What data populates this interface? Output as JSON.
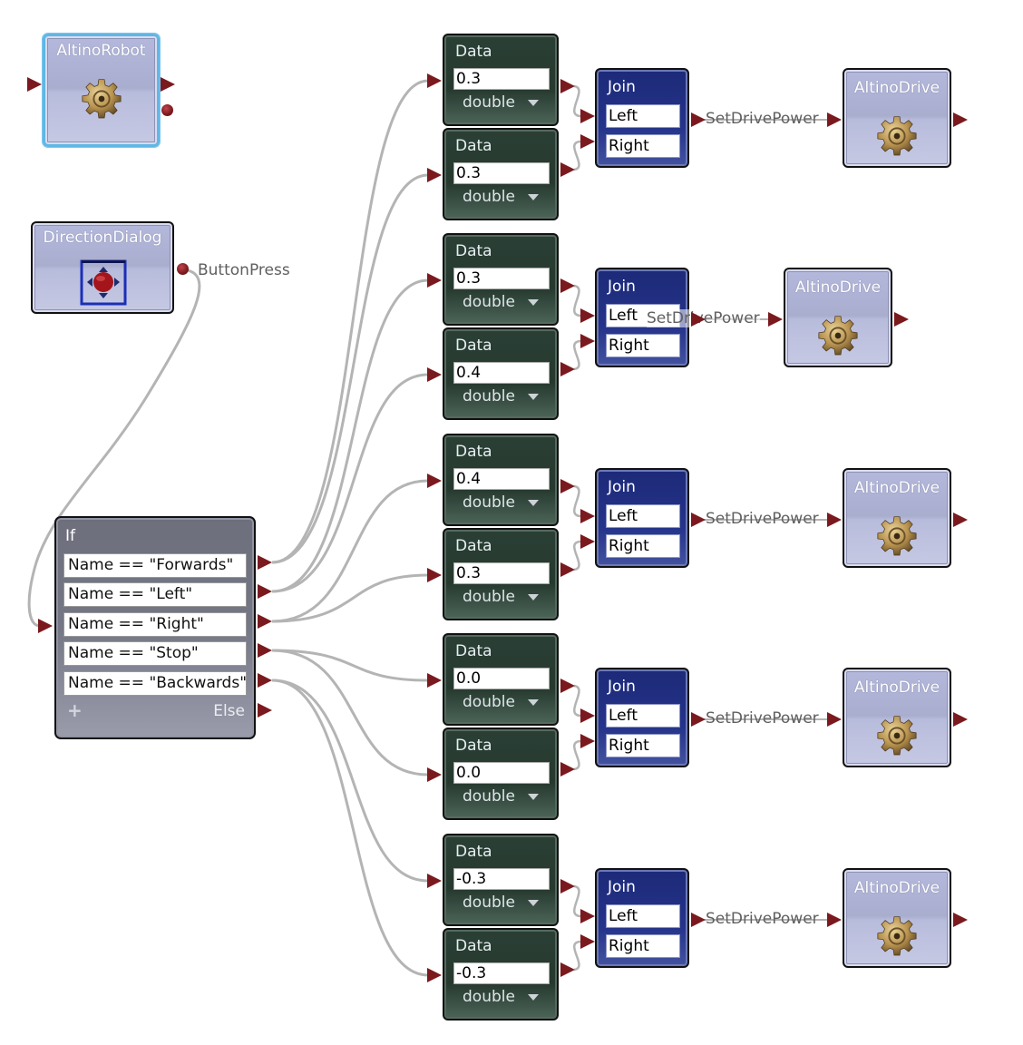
{
  "colors": {
    "pin": "#7a1a1e",
    "wire": "#b4b4b4",
    "wire_label": "#5f5f5f",
    "service_fill": "#b4b8dc",
    "data_fill": "#26392f",
    "join_fill": "#1d2a78",
    "if_fill": "#757786",
    "selection": "#5fb7e6"
  },
  "robot": {
    "title": "AltinoRobot",
    "icon": "gear-icon",
    "selected": true
  },
  "dialog": {
    "title": "DirectionDialog",
    "icon": "direction-pad-icon",
    "notification": "ButtonPress"
  },
  "if_block": {
    "title": "If",
    "conditions": [
      "Name == \"Forwards\"",
      "Name == \"Left\"",
      "Name == \"Right\"",
      "Name == \"Stop\"",
      "Name == \"Backwards\""
    ],
    "add_label": "+",
    "else_label": "Else"
  },
  "branches": [
    {
      "condition": "Forwards",
      "data": [
        {
          "label": "Data",
          "value": "0.3",
          "type": "double"
        },
        {
          "label": "Data",
          "value": "0.3",
          "type": "double"
        }
      ],
      "join": {
        "title": "Join",
        "left": "Left",
        "right": "Right"
      },
      "operation": "SetDrivePower",
      "drive": {
        "title": "AltinoDrive",
        "icon": "gear-icon"
      }
    },
    {
      "condition": "Left",
      "data": [
        {
          "label": "Data",
          "value": "0.3",
          "type": "double"
        },
        {
          "label": "Data",
          "value": "0.4",
          "type": "double"
        }
      ],
      "join": {
        "title": "Join",
        "left": "Left",
        "right": "Right"
      },
      "operation": "SetDrivePower",
      "drive": {
        "title": "AltinoDrive",
        "icon": "gear-icon"
      }
    },
    {
      "condition": "Right",
      "data": [
        {
          "label": "Data",
          "value": "0.4",
          "type": "double"
        },
        {
          "label": "Data",
          "value": "0.3",
          "type": "double"
        }
      ],
      "join": {
        "title": "Join",
        "left": "Left",
        "right": "Right"
      },
      "operation": "SetDrivePower",
      "drive": {
        "title": "AltinoDrive",
        "icon": "gear-icon"
      }
    },
    {
      "condition": "Stop",
      "data": [
        {
          "label": "Data",
          "value": "0.0",
          "type": "double"
        },
        {
          "label": "Data",
          "value": "0.0",
          "type": "double"
        }
      ],
      "join": {
        "title": "Join",
        "left": "Left",
        "right": "Right"
      },
      "operation": "SetDrivePower",
      "drive": {
        "title": "AltinoDrive",
        "icon": "gear-icon"
      }
    },
    {
      "condition": "Backwards",
      "data": [
        {
          "label": "Data",
          "value": "-0.3",
          "type": "double"
        },
        {
          "label": "Data",
          "value": "-0.3",
          "type": "double"
        }
      ],
      "join": {
        "title": "Join",
        "left": "Left",
        "right": "Right"
      },
      "operation": "SetDrivePower",
      "drive": {
        "title": "AltinoDrive",
        "icon": "gear-icon"
      }
    }
  ]
}
